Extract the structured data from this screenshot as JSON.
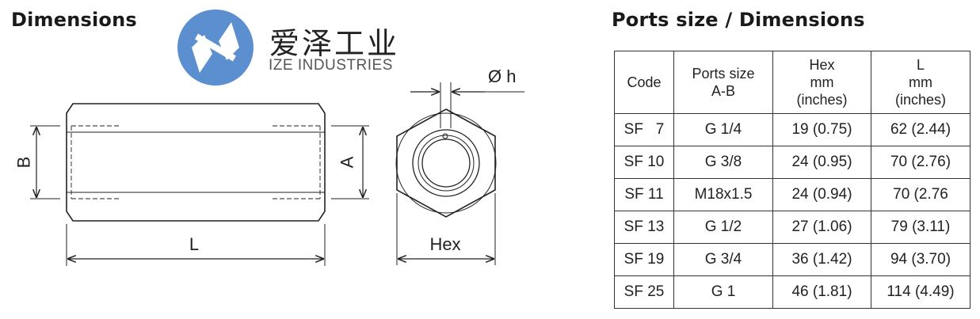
{
  "left": {
    "heading": "Dimensions",
    "labels": {
      "b": "B",
      "a": "A",
      "l": "L",
      "hex": "Hex",
      "h": "Ø h"
    }
  },
  "logo": {
    "chinese": "爱泽工业",
    "english": "IZE INDUSTRIES",
    "color": "#5b8fd0"
  },
  "right": {
    "heading": "Ports size / Dimensions",
    "headers": [
      [
        "Code"
      ],
      [
        "Ports size",
        "A-B"
      ],
      [
        "Hex",
        "mm",
        "(inches)"
      ],
      [
        "L",
        "mm",
        "(inches)"
      ]
    ],
    "rows": [
      [
        "SF   7",
        "G 1/4",
        "19 (0.75)",
        "62 (2.44)"
      ],
      [
        "SF 10",
        "G 3/8",
        "24 (0.95)",
        "70 (2.76)"
      ],
      [
        "SF 11",
        "M18x1.5",
        "24 (0.94)",
        "70 (2.76"
      ],
      [
        "SF 13",
        "G 1/2",
        "27 (1.06)",
        "79 (3.11)"
      ],
      [
        "SF 19",
        "G 3/4",
        "36 (1.42)",
        "94 (3.70)"
      ],
      [
        "SF 25",
        "G    1",
        "46 (1.81)",
        "114 (4.49)"
      ]
    ]
  }
}
